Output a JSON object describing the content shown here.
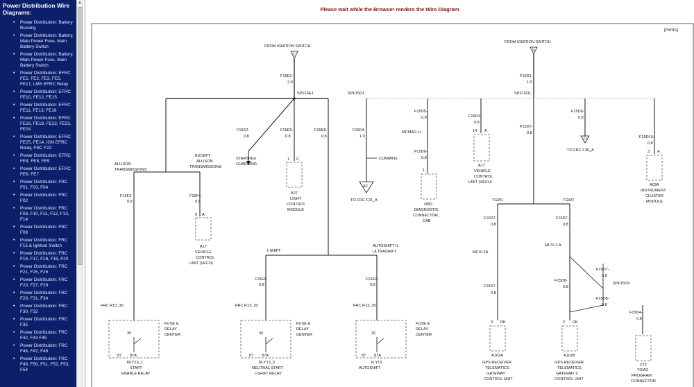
{
  "sidebar": {
    "title": "Power Distribution Wire Diagrams:",
    "items": [
      "Power Distribution: Battery Bussing",
      "Power Distribution: Battery, Main Power Fuse, Main Battery Switch",
      "Power Distribution: Battery, Main Power Fuse, Main Battery Switch",
      "Power Distribution: EFRC FE1, FE2, FE3, FE5, FE17, LMS EFRC Relay",
      "Power Distribution: EFRC FE10, FE12, FE15",
      "Power Distribution: EFRC FE11, FE13, FE16",
      "Power Distribution: EFRC FE18, FE19, FE22, FE23, FE24",
      "Power Distribution: EFRC FE25, FE14, IGN EFRC Relay, FRC F22",
      "Power Distribution: EFRC FE4, FE8, FE9",
      "Power Distribution: EFRC FE6, FE7",
      "Power Distribution: FRC F01, F03, F04",
      "Power Distribution: FRC F02",
      "Power Distribution: FRC F08, F10, F11, F12, F13, F14",
      "Power Distribution: FRC F09",
      "Power Distribution: FRC F15 & Ignition Switch",
      "Power Distribution: FRC F16, F17, F18, F19, F20",
      "Power Distribution: FRC F21, F25, F26",
      "Power Distribution: FRC F23, F27, F28",
      "Power Distribution: FRC F29, F31, F34",
      "Power Distribution: FRC F30, F32",
      "Power Distribution: FRC F35",
      "Power Distribution: FRC F42, F43 F45",
      "Power Distribution: FRC F46, F47, F48",
      "Power Distribution: FRC F49, F50, F51, F52, F53, F54"
    ]
  },
  "scroll_up_icon": "triangle-up-icon",
  "message": "Please wait while the Browser renders the Wire Diagram",
  "diagram": {
    "page_ref": "[PWRS]",
    "left_source": "FROM IGNITION SWITCH",
    "left_source_pin": "T",
    "left_wire": "F15E1-",
    "left_wire_gauge": "2.0",
    "left_splice": "SPF15E1",
    "right_source": "FROM IGNITION SWITCH",
    "right_source_pin": "S",
    "right_wire": "F15D1-",
    "right_wire_gauge": "1.0",
    "splice_d1": "SPF15D1",
    "splice_d1b": "SPF15D1",
    "f15e2": "F15E2-",
    "f15e2_gauge": "0.8",
    "starting_charging": "STARTING/ CHARGING",
    "f15e5": "F15E5-",
    "f15e5_gauge": "0.8",
    "a27_pin": "C",
    "a27_pin_num": "1",
    "a27_label": "A27",
    "a27_name": "LIGHT CONTROL MODULE",
    "f15e8": "F15E8-",
    "f15e8_gauge": "0.8",
    "allison": "ALLISON TRANSMISSIONS",
    "except_allison": "EXCEPT ALLISON TRANSMISSIONS",
    "f15f3": "F15F3-",
    "f15f3_gauge": "0.8",
    "f15f4": "F15F4-",
    "f15f4_gauge": "0.8",
    "a17_pin_num": "9",
    "a17_pin": "A",
    "a17_label": "A17",
    "a17_name": "VEHICLE CONTROL UNIT (VECU)",
    "f15d4": "F15D4-",
    "f15d4_gauge": "1.0",
    "cummins": "CUMMINS",
    "ac_pin": "AC",
    "to_frc_f21": "TO FRC F21_A",
    "f15d5": "F15D5-",
    "f15d5_gauge": "0.8",
    "mcmag": "MCMAG H",
    "f15d6": "F15D6-",
    "f15d6_gauge": "0.8",
    "obd_pin_num": "1",
    "obd_name": "OBD DIAGNOSTIC CONNECTOR, CAB",
    "f15d3": "F15D3-",
    "f15d3_gauge": "0.8",
    "a17b_pin_num": "14",
    "a17b_pin": "A",
    "a17b_label": "A17",
    "a17b_name": "VEHICLE CONTROL UNIT (VECU)",
    "f15d7": "F15D7-",
    "f15d7_gauge": "0.8",
    "f15d9": "F15D9-",
    "f15d9_gauge": "0.8",
    "d_pin": "D",
    "to_frc_f30": "TO FRC F30_A",
    "f15d10": "F15D10-",
    "f15d10_gauge": "0.8",
    "a03_pin_num": "3",
    "a03_pin": "A",
    "a03_label": "A03A",
    "a03_name": "INSTRUMENT CLUSTER MODULE",
    "tgw1": "TGW1",
    "tgw2": "TGW2",
    "ishift": "I-SHIFT",
    "autoshift": "AUTOSHIFT II, ULTRASHIFT",
    "f15e6": "F15E6-",
    "f15e6_gauge": "0.8",
    "f15e9": "F15E9-",
    "f15e9_gauge": "0.8",
    "frc_r13_1": "FRC R13_30",
    "frc_r13_2": "FRC R13_30",
    "frc_r13_3": "FRC R13_30",
    "fuse_relay_1": "FUSE & RELAY CENTER",
    "fuse_relay_2": "FUSE & RELAY CENTER",
    "fuse_relay_3": "FUSE & RELAY CENTER",
    "relay_30": "30",
    "relay_87": "87",
    "relay_87a": "87A",
    "rly13_1": "RLY13_1",
    "rly13_1_name": "START ENABLE RELAY",
    "rly13_3": "RLY13_3",
    "rly13_3_name": "NEUTRAL START I-SHIFT RELAY",
    "rly13": "R Y13",
    "rly13_name": "AUTOSHIFT RELAY",
    "f15d7b": "F15D7-",
    "f15d7b_gauge": "0.8",
    "f15d7c": "F15D7-",
    "f15d7c_gauge": "0.8",
    "mcvl2a": "MCVL2A",
    "mcvl2a_b": "MCVL2 A",
    "f15d7d": "F15D7-",
    "f15d7d_gauge": "0.8",
    "f15d8": "F15D8-",
    "f15d8_gauge": "0.8",
    "f15d7e": "F15D7-",
    "f15d7e_gauge": "0.8",
    "splice_d9": "SPF15D9",
    "f15d8b": "F15D8-",
    "f15d8b_gauge": "0.8",
    "f15d4b": "F15D4-",
    "f15d4b_gauge": "0.8",
    "a102a_pin": "3",
    "a102a_dk": "DK",
    "a102a_label": "A102A",
    "a102a_name": "GPS RECEIVER TELEMATICS GATEWAY CONTROL UNIT",
    "a102b_pin": "2",
    "a102b_dk": "DK",
    "a102b_label": "A102B",
    "a102b_name": "GPS RECEIVER TELEMATICS GATEWAY 2 CONTROL UNIT",
    "z23_label": "Z23",
    "z23_name": "TGW2 PROGRAM CONNECTOR"
  }
}
